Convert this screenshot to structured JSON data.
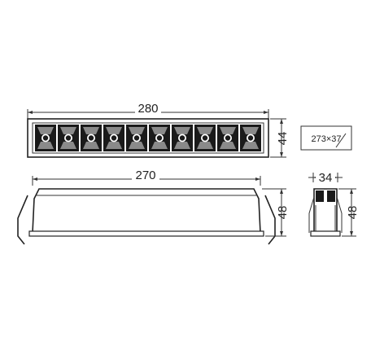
{
  "top_view": {
    "length_label": "280",
    "width_label": "44",
    "cutout_label": "273×37",
    "lens_count": 10
  },
  "front_view": {
    "length_label": "270",
    "height_label": "48"
  },
  "side_view": {
    "width_label": "34",
    "height_label": "48"
  },
  "colors": {
    "line": "#333333",
    "fill_dark": "#1a1a1a",
    "fill_mid": "#8a8a8a"
  }
}
